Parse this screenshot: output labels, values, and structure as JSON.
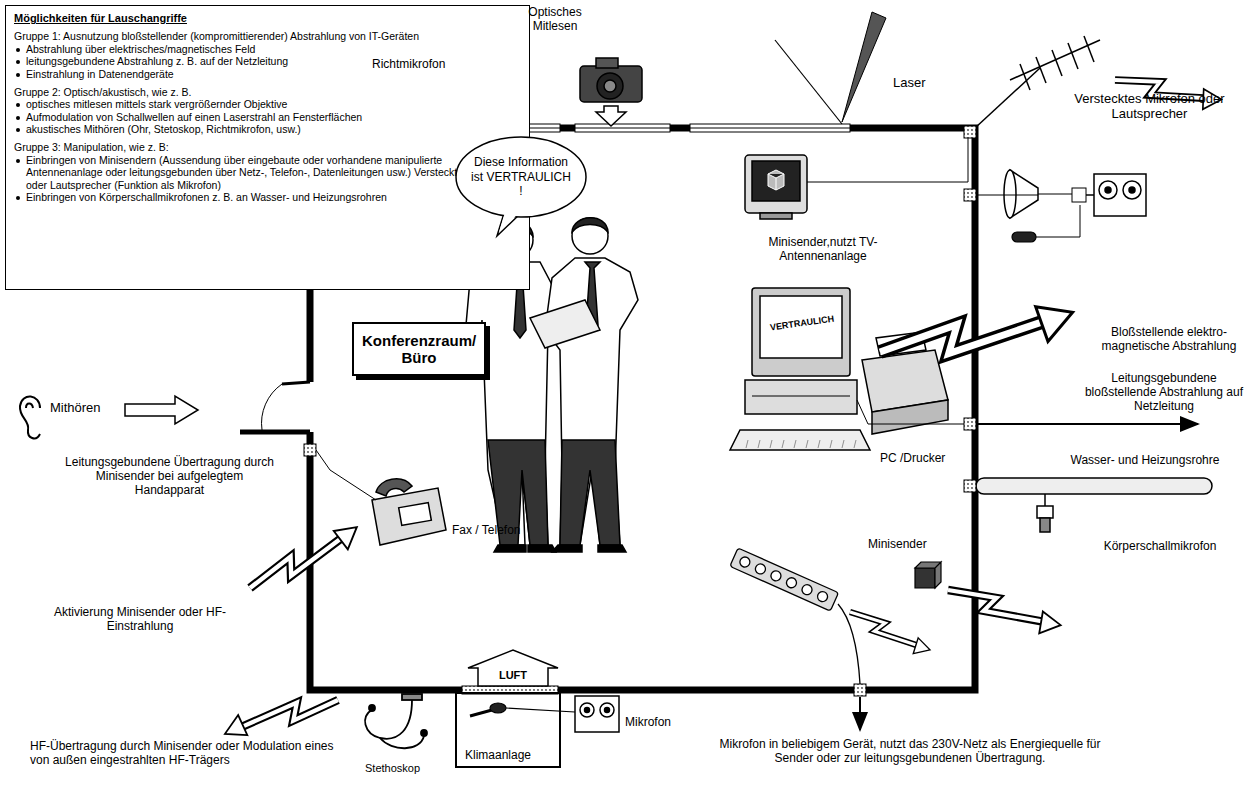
{
  "diagram": {
    "nodes": [
      {
        "text": [
          "Möglichkeiten für Lauschangriffe",
          "Gruppe 1: Ausnutzung bloßstellender (kompromittierender) Abstrahlung von IT-Geräten",
          "Abstrahlung über elektrisches/magnetisches Feld",
          "leitungsgebundene Abstrahlung z. B. auf der Netzleitung",
          "Einstrahlung in Datenendgeräte",
          "Gruppe 2: Optisch/akustisch, wie z. B.",
          "optisches mitlesen mittels stark vergrößernder Objektive",
          "Aufmodulation von Schallwellen auf einen Laserstrahl an Fensterflächen",
          "akustisches Mithören (Ohr, Stetoskop, Richtmikrofon, usw.)",
          "Gruppe 3: Manipulation, wie z. B:",
          "Einbringen von Minisendern (Aussendung über eingebaute oder vorhandene manipulierte Antennenanlage oder leitungsgebunden über Netz-, Telefon-, Datenleitungen usw.) Versteckte Mikrofone oder Lautsprecher (Funktion als Mikrofon)",
          "Einbringen von Körperschallmikrofonen z. B. an Wasser- und Heizungsrohren"
        ]
      },
      {
        "text": [
          "Konferenzraum/ Büro"
        ]
      },
      {
        "text": [
          "Diese Information ist VERTRAULICH !"
        ]
      },
      {
        "text": [
          "Klimaanlage"
        ]
      }
    ],
    "labels": [
      "Richtmikrofon",
      "Optisches Mitlesen",
      "Laser",
      "Verstecktes Mikrofon oder Lautsprecher",
      "Minisender,nutzt TV-Antennenanlage",
      "Bloßstellende elektro-magnetische Abstrahlung",
      "Leitungsgebundene bloßstellende Abstrahlung auf Netzleitung",
      "PC /Drucker",
      "Wasser- und Heizungsrohre",
      "Körperschallmikrofon",
      "Minisender",
      "Mikrofon in beliebigem Gerät, nutzt das 230V-Netz als Energiequelle für Sender oder zur leitungsgebundenen Übertragung.",
      "Mikrofon",
      "LUFT",
      "Stethoskop",
      "HF-Übertragung durch Minisender oder Modulation eines von außen eingestrahlten HF-Trägers",
      "Aktivierung Minisender oder HF-Einstrahlung",
      "Fax / Telefon",
      "Leitungsgebundene Übertragung durch Minisender bei aufgelegtem Handapparat",
      "Mithören",
      "VERTRAULICH"
    ]
  }
}
